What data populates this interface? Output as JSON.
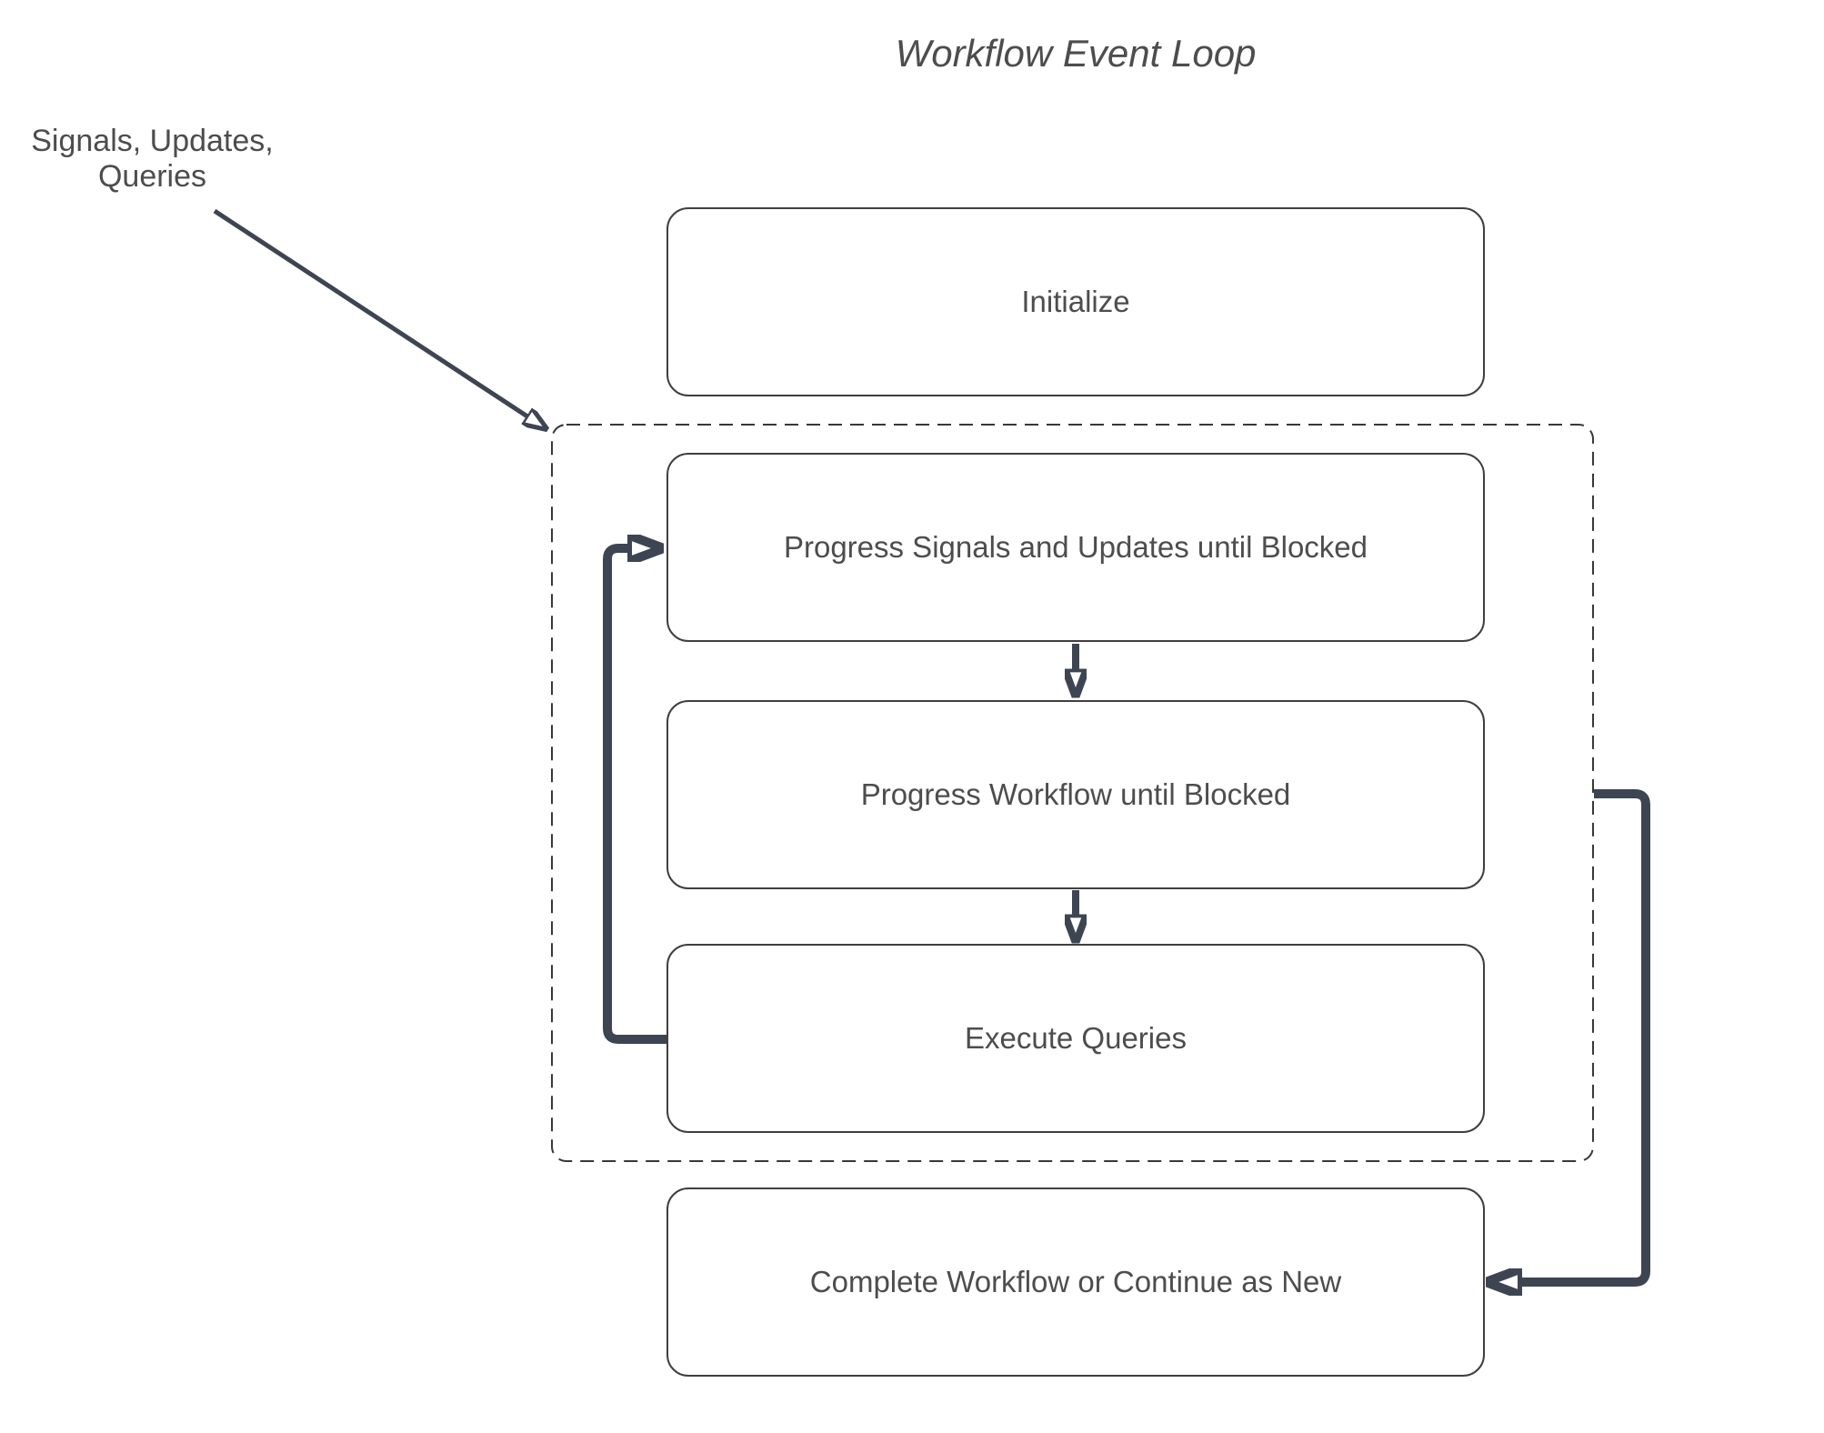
{
  "title": "Workflow Event Loop",
  "annotation": {
    "line1": "Signals, Updates,",
    "line2": "Queries"
  },
  "nodes": {
    "initialize": "Initialize",
    "progress_signals": "Progress Signals and Updates until Blocked",
    "progress_workflow": "Progress Workflow until Blocked",
    "execute_queries": "Execute Queries",
    "complete": "Complete Workflow or Continue as New"
  },
  "colors": {
    "arrow": "#3e4552",
    "box_border": "#3f3f3f",
    "group_border": "#383838",
    "text": "#4d4d4d",
    "background": "#ffffff"
  }
}
